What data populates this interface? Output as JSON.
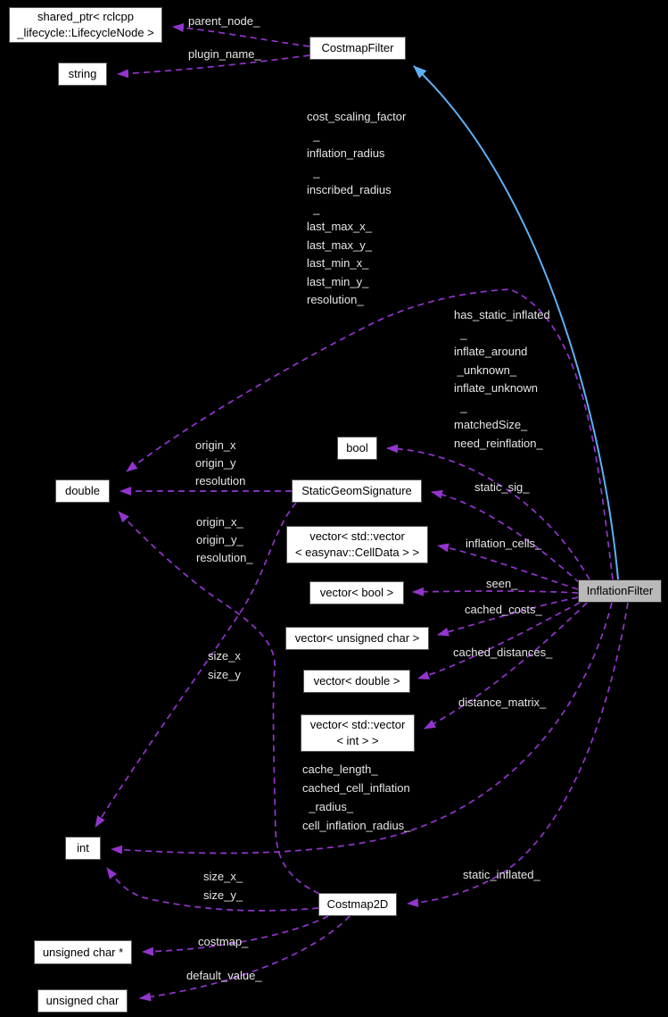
{
  "diagram": {
    "title": "InflationFilter collaboration graph",
    "colors": {
      "bg": "#000000",
      "edge-usage": "#9334cd",
      "edge-inheritance": "#5db0f5",
      "node-fill": "#ffffff",
      "node-border": "#565656",
      "node-text": "#000000",
      "active-fill": "#b9b9b9",
      "active-border": "#2e2e2e",
      "label-text": "#e6e6e6"
    },
    "nodes": {
      "sharedPtrLifecycleNode": {
        "label": "shared_ptr< rclcpp\n_lifecycle::LifecycleNode >"
      },
      "string": {
        "label": "string"
      },
      "costmapFilter": {
        "label": "CostmapFilter"
      },
      "double": {
        "label": "double"
      },
      "bool": {
        "label": "bool"
      },
      "staticGeomSignature": {
        "label": "StaticGeomSignature"
      },
      "vectorCellData": {
        "label": "vector< std::vector\n< easynav::CellData > >"
      },
      "vectorBool": {
        "label": "vector< bool >"
      },
      "vectorUnsignedChar": {
        "label": "vector< unsigned char >"
      },
      "vectorDouble": {
        "label": "vector< double >"
      },
      "vectorVectorInt": {
        "label": "vector< std::vector\n< int > >"
      },
      "int": {
        "label": "int"
      },
      "costmap2d": {
        "label": "Costmap2D"
      },
      "unsignedCharPtr": {
        "label": "unsigned char *"
      },
      "unsignedChar": {
        "label": "unsigned char"
      },
      "inflationFilter": {
        "label": "InflationFilter"
      }
    },
    "edge_labels": {
      "parentNode": "parent_node_",
      "pluginName": "plugin_name_",
      "doubleMembers": "cost_scaling_factor\n  _\ninflation_radius\n  _\ninscribed_radius\n  _\nlast_max_x_\nlast_max_y_\nlast_min_x_\nlast_min_y_\nresolution_",
      "boolMembers": "has_static_inflated\n  _\ninflate_around\n _unknown_\ninflate_unknown\n  _\nmatchedSize_\nneed_reinflation_",
      "originXyRes": "origin_x\norigin_y\nresolution",
      "staticSig": "static_sig_",
      "originXyResUnderscore": "origin_x_\norigin_y_\nresolution_",
      "inflationCells": "inflation_cells_",
      "seen": "seen_",
      "cachedCosts": "cached_costs_",
      "sizeXy": "size_x\nsize_y",
      "cachedDistances": "cached_distances_",
      "distanceMatrix": "distance_matrix_",
      "cacheLength": "cache_length_\ncached_cell_inflation\n  _radius_\ncell_inflation_radius_",
      "sizeXyUnderscore": "size_x_\nsize_y_",
      "staticInflated": "static_inflated_",
      "costmap": "costmap_",
      "defaultValue": "default_value_"
    }
  }
}
